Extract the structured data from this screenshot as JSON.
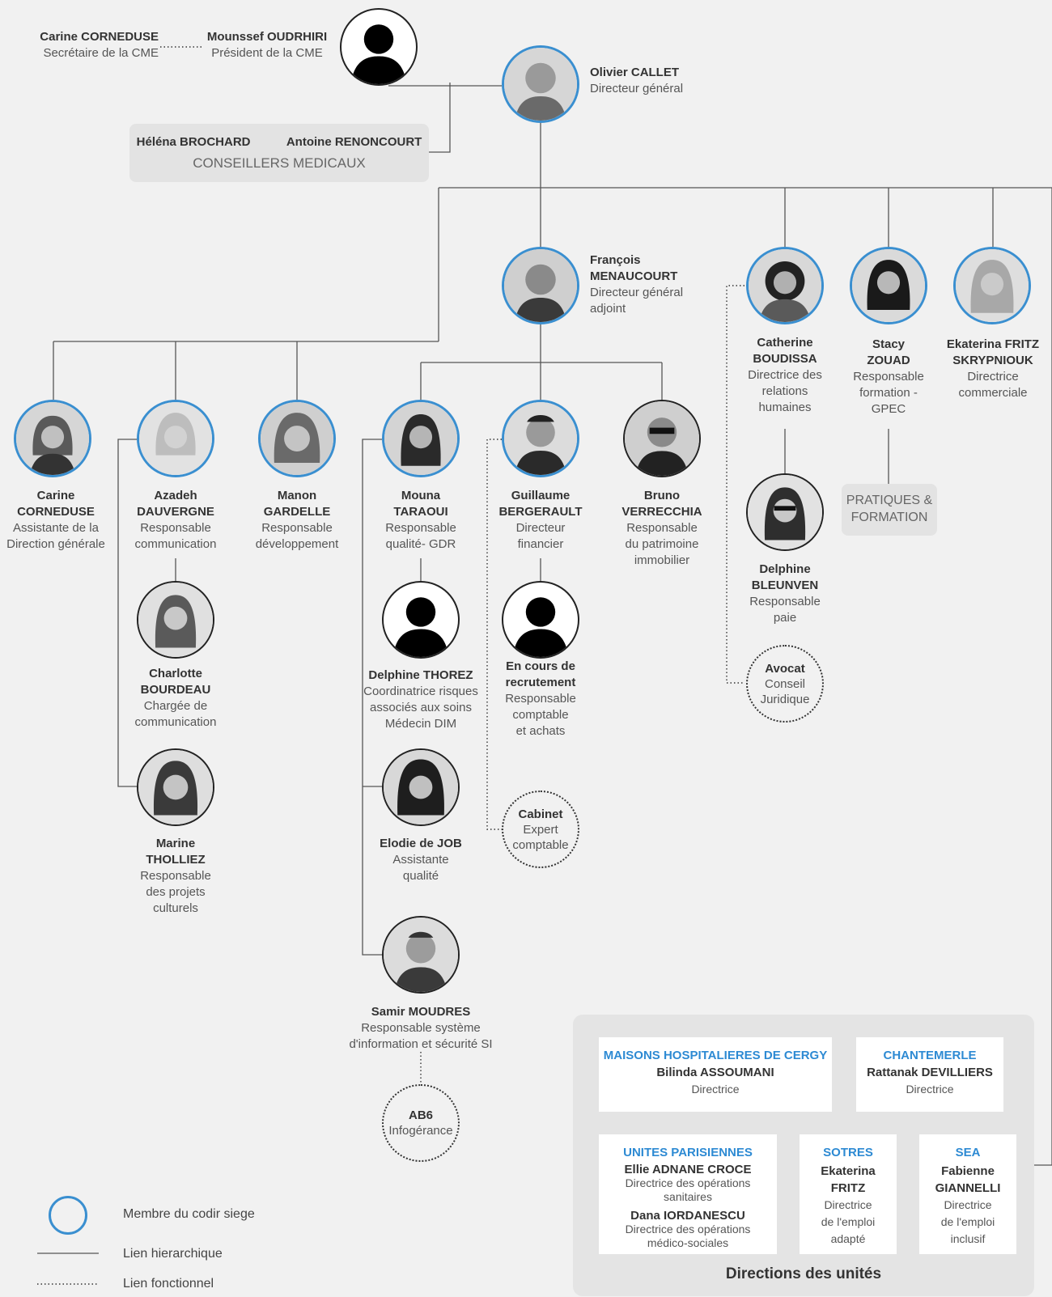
{
  "cme": {
    "secretary_name": "Carine CORNEDUSE",
    "secretary_role": "Secrétaire de la CME",
    "president_name": "Mounssef OUDRHIRI",
    "president_role": "Président de la CME"
  },
  "dg": {
    "name": "Olivier CALLET",
    "role": "Directeur général"
  },
  "medical": {
    "name1": "Héléna BROCHARD",
    "name2": "Antoine RENONCOURT",
    "label": "CONSEILLERS MEDICAUX"
  },
  "dga": {
    "name1": "François",
    "name2": "MENAUCOURT",
    "role1": "Directeur général",
    "role2": "adjoint"
  },
  "people": {
    "carine": {
      "n1": "Carine",
      "n2": "CORNEDUSE",
      "r1": "Assistante de la",
      "r2": "Direction générale"
    },
    "azadeh": {
      "n1": "Azadeh",
      "n2": "DAUVERGNE",
      "r1": "Responsable",
      "r2": "communication"
    },
    "manon": {
      "n1": "Manon",
      "n2": "GARDELLE",
      "r1": "Responsable",
      "r2": "développement"
    },
    "mouna": {
      "n1": "Mouna",
      "n2": "TARAOUI",
      "r1": "Responsable",
      "r2": "qualité- GDR"
    },
    "guillaume": {
      "n1": "Guillaume",
      "n2": "BERGERAULT",
      "r1": "Directeur",
      "r2": "financier"
    },
    "bruno": {
      "n1": "Bruno",
      "n2": "VERRECCHIA",
      "r1": "Responsable",
      "r2": "du patrimoine",
      "r3": "immobilier"
    },
    "catherine": {
      "n1": "Catherine",
      "n2": "BOUDISSA",
      "r1": "Directrice des",
      "r2": "relations",
      "r3": "humaines"
    },
    "stacy": {
      "n1": "Stacy",
      "n2": "ZOUAD",
      "r1": "Responsable",
      "r2": "formation -",
      "r3": "GPEC"
    },
    "ekaterina": {
      "n1": "Ekaterina FRITZ",
      "n2": "SKRYPNIOUK",
      "r1": "Directrice",
      "r2": "commerciale"
    },
    "charlotte": {
      "n1": "Charlotte",
      "n2": "BOURDEAU",
      "r1": "Chargée de",
      "r2": "communication"
    },
    "marine": {
      "n1": "Marine",
      "n2": "THOLLIEZ",
      "r1": "Responsable",
      "r2": "des projets",
      "r3": "culturels"
    },
    "delphine_t": {
      "n1": "Delphine THOREZ",
      "r1": "Coordinatrice risques",
      "r2": "associés aux soins",
      "r3": "Médecin DIM"
    },
    "recrut": {
      "n1": "En cours de",
      "n2": "recrutement",
      "r1": "Responsable",
      "r2": "comptable",
      "r3": "et achats"
    },
    "delphine_b": {
      "n1": "Delphine",
      "n2": "BLEUNVEN",
      "r1": "Responsable",
      "r2": "paie"
    },
    "elodie": {
      "n1": "Elodie de JOB",
      "r1": "Assistante",
      "r2": "qualité"
    },
    "samir": {
      "n1": "Samir MOUDRES",
      "r1": "Responsable système",
      "r2": "d'information et sécurité SI"
    }
  },
  "externals": {
    "avocat": {
      "n": "Avocat",
      "r1": "Conseil",
      "r2": "Juridique"
    },
    "cabinet": {
      "n": "Cabinet",
      "r1": "Expert",
      "r2": "comptable"
    },
    "ab6": {
      "n": "AB6",
      "r1": "Infogérance"
    }
  },
  "pratiques": {
    "l1": "PRATIQUES &",
    "l2": "FORMATION"
  },
  "units": {
    "title": "Directions des unités",
    "cergy": {
      "t": "MAISONS HOSPITALIERES DE CERGY",
      "n": "Bilinda ASSOUMANI",
      "r": "Directrice"
    },
    "chantemerle": {
      "t": "CHANTEMERLE",
      "n": "Rattanak DEVILLIERS",
      "r": "Directrice"
    },
    "parisiennes": {
      "t": "UNITES PARISIENNES",
      "n1": "Ellie ADNANE CROCE",
      "r1a": "Directrice des opérations",
      "r1b": "sanitaires",
      "n2": "Dana IORDANESCU",
      "r2a": "Directrice des opérations",
      "r2b": "médico-sociales"
    },
    "sotres": {
      "t": "SOTRES",
      "n1": "Ekaterina",
      "n2": "FRITZ",
      "r1": "Directrice",
      "r2": "de l'emploi",
      "r3": "adapté"
    },
    "sea": {
      "t": "SEA",
      "n1": "Fabienne",
      "n2": "GIANNELLI",
      "r1": "Directrice",
      "r2": "de l'emploi",
      "r3": "inclusif"
    }
  },
  "legend": {
    "codir": "Membre du codir siege",
    "hier": "Lien hierarchique",
    "fonc": "Lien fonctionnel"
  },
  "colors": {
    "accent": "#3a8fd0",
    "unit_title": "#2d8ad3",
    "background": "#f1f1f1"
  }
}
